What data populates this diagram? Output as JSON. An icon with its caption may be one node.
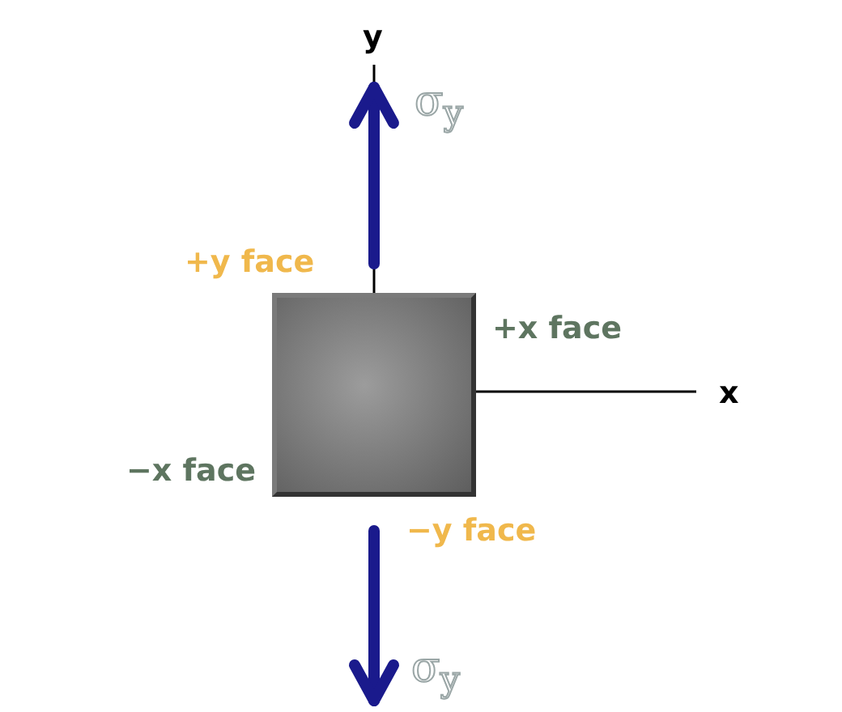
{
  "diagram": {
    "nodes": [
      {
        "text": [],
        "shape": "box"
      }
    ],
    "labels": [
      "y",
      "σ$_{y}$",
      "+y face",
      "+x face",
      "x",
      "−x face",
      "−y face",
      "σ$_{y}$"
    ]
  }
}
